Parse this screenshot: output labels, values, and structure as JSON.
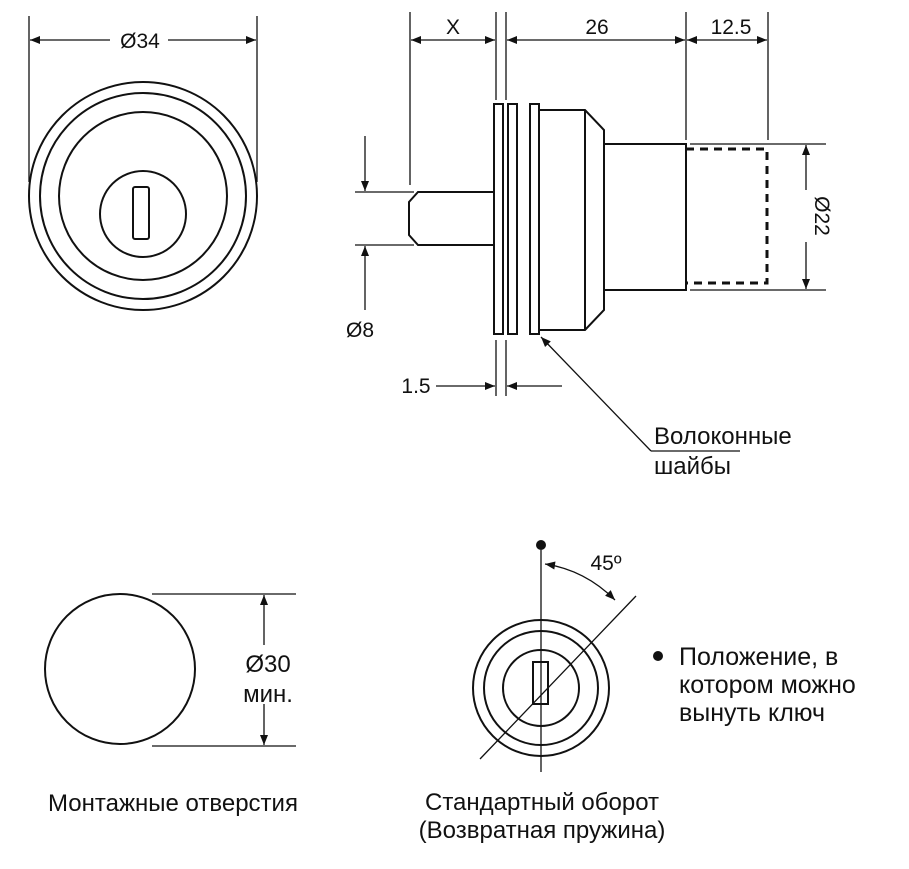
{
  "dimensions": {
    "front_diameter": "Ø34",
    "x": "X",
    "body_length": "26",
    "extension": "12.5",
    "body_diameter": "Ø22",
    "shaft_diameter": "Ø8",
    "washer_thickness": "1.5",
    "hole_diameter": "Ø30",
    "hole_min": "мин.",
    "angle": "45º"
  },
  "labels": {
    "washers_line1": "Волоконные",
    "washers_line2": "шайбы",
    "mounting_holes": "Монтажные отверстия",
    "standard_turn_line1": "Стандартный оборот",
    "standard_turn_line2": "(Возвратная пружина)",
    "key_position_line1": "Положение, в",
    "key_position_line2": "котором можно",
    "key_position_line3": "вынуть ключ"
  }
}
